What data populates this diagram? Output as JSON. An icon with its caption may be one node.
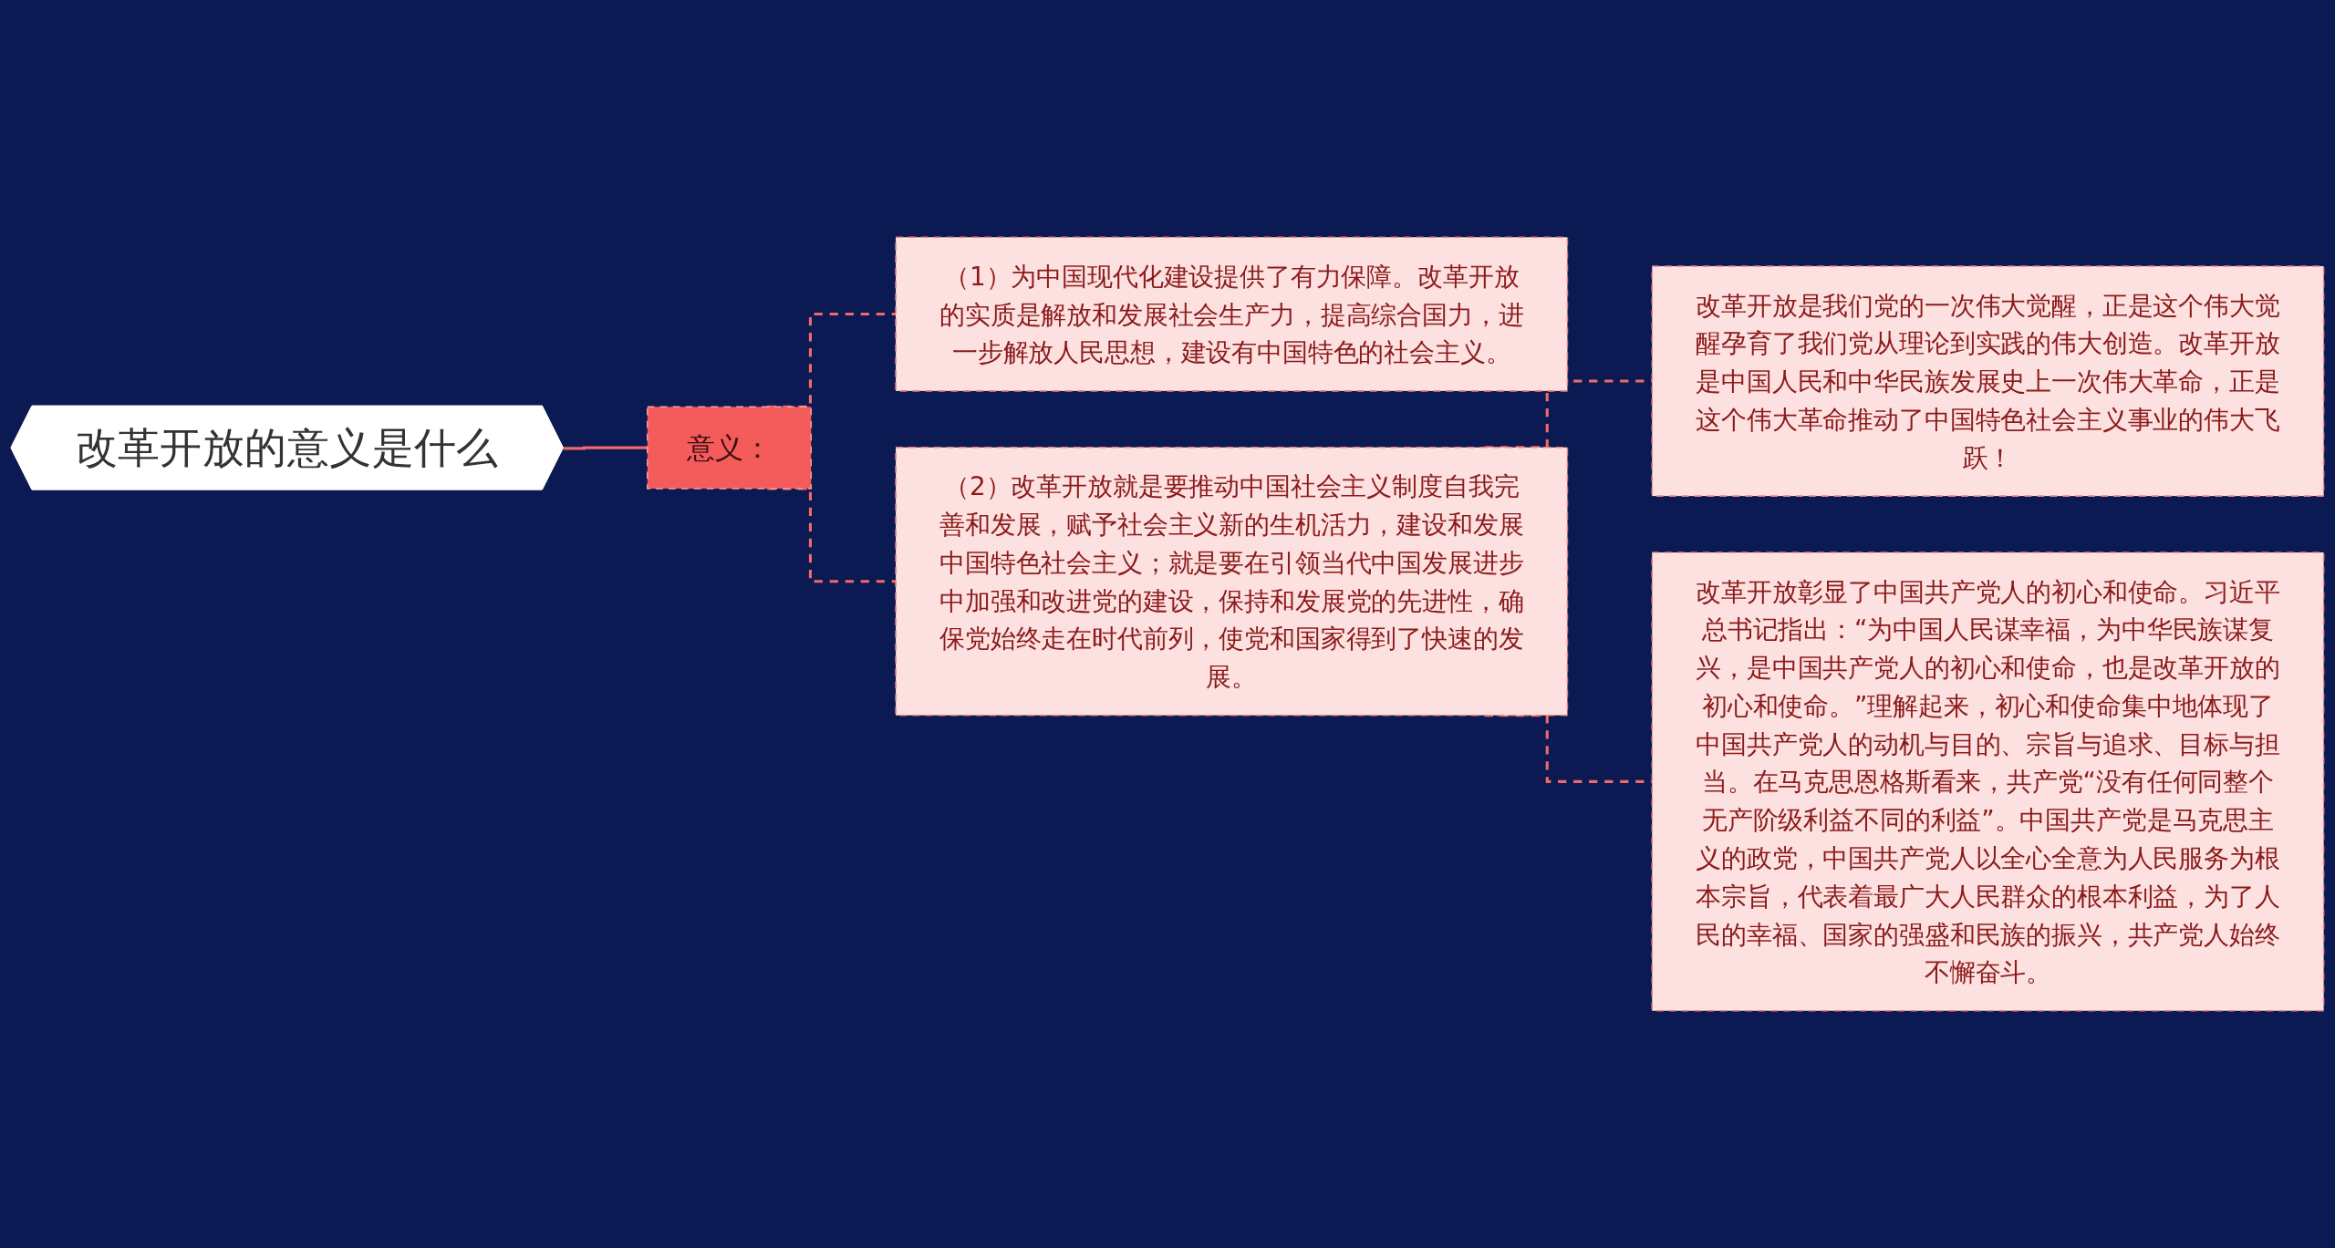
{
  "diagram": {
    "nodes": [
      {
        "text": [
          "改革开放的意义是什么"
        ]
      },
      {
        "text": [
          "意义："
        ]
      },
      {
        "text": [
          "（1）为中国现代化建设提供了有力保障。改革开放的实质是解放和发展社会生产力，提高综合国力，进一步解放人民思想，建设有中国特色的社会主义。"
        ]
      },
      {
        "text": [
          "（2）改革开放就是要推动中国社会主义制度自我完善和发展，赋予社会主义新的生机活力，建设和发展中国特色社会主义；就是要在引领当代中国发展进步中加强和改进党的建设，保持和发展党的先进性，确保党始终走在时代前列，使党和国家得到了快速的发展。"
        ]
      },
      {
        "text": [
          "改革开放是我们党的一次伟大觉醒，正是这个伟大觉醒孕育了我们党从理论到实践的伟大创造。改革开放是中国人民和中华民族发展史上一次伟大革命，正是这个伟大革命推动了中国特色社会主义事业的伟大飞跃！"
        ]
      },
      {
        "text": [
          "改革开放彰显了中国共产党人的初心和使命。习近平总书记指出：“为中国人民谋幸福，为中华民族谋复兴，是中国共产党人的初心和使命，也是改革开放的初心和使命。”理解起来，初心和使命集中地体现了中国共产党人的动机与目的、宗旨与追求、目标与担当。在马克思恩格斯看来，共产党“没有任何同整个无产阶级利益不同的利益”。中国共产党是马克思主义的政党，中国共产党人以全心全意为人民服务为根本宗旨，代表着最广大人民群众的根本利益，为了人民的幸福、国家的强盛和民族的振兴，共产党人始终不懈奋斗。"
        ]
      }
    ],
    "edges": [
      {
        "from": 0,
        "to": 1,
        "arrow": "none"
      },
      {
        "from": 1,
        "to": 2,
        "arrow": "none",
        "style": "dashed"
      },
      {
        "from": 1,
        "to": 3,
        "arrow": "none",
        "style": "dashed"
      },
      {
        "from": 3,
        "to": 4,
        "arrow": "none",
        "style": "dashed"
      },
      {
        "from": 3,
        "to": 5,
        "arrow": "none",
        "style": "dashed"
      }
    ]
  }
}
